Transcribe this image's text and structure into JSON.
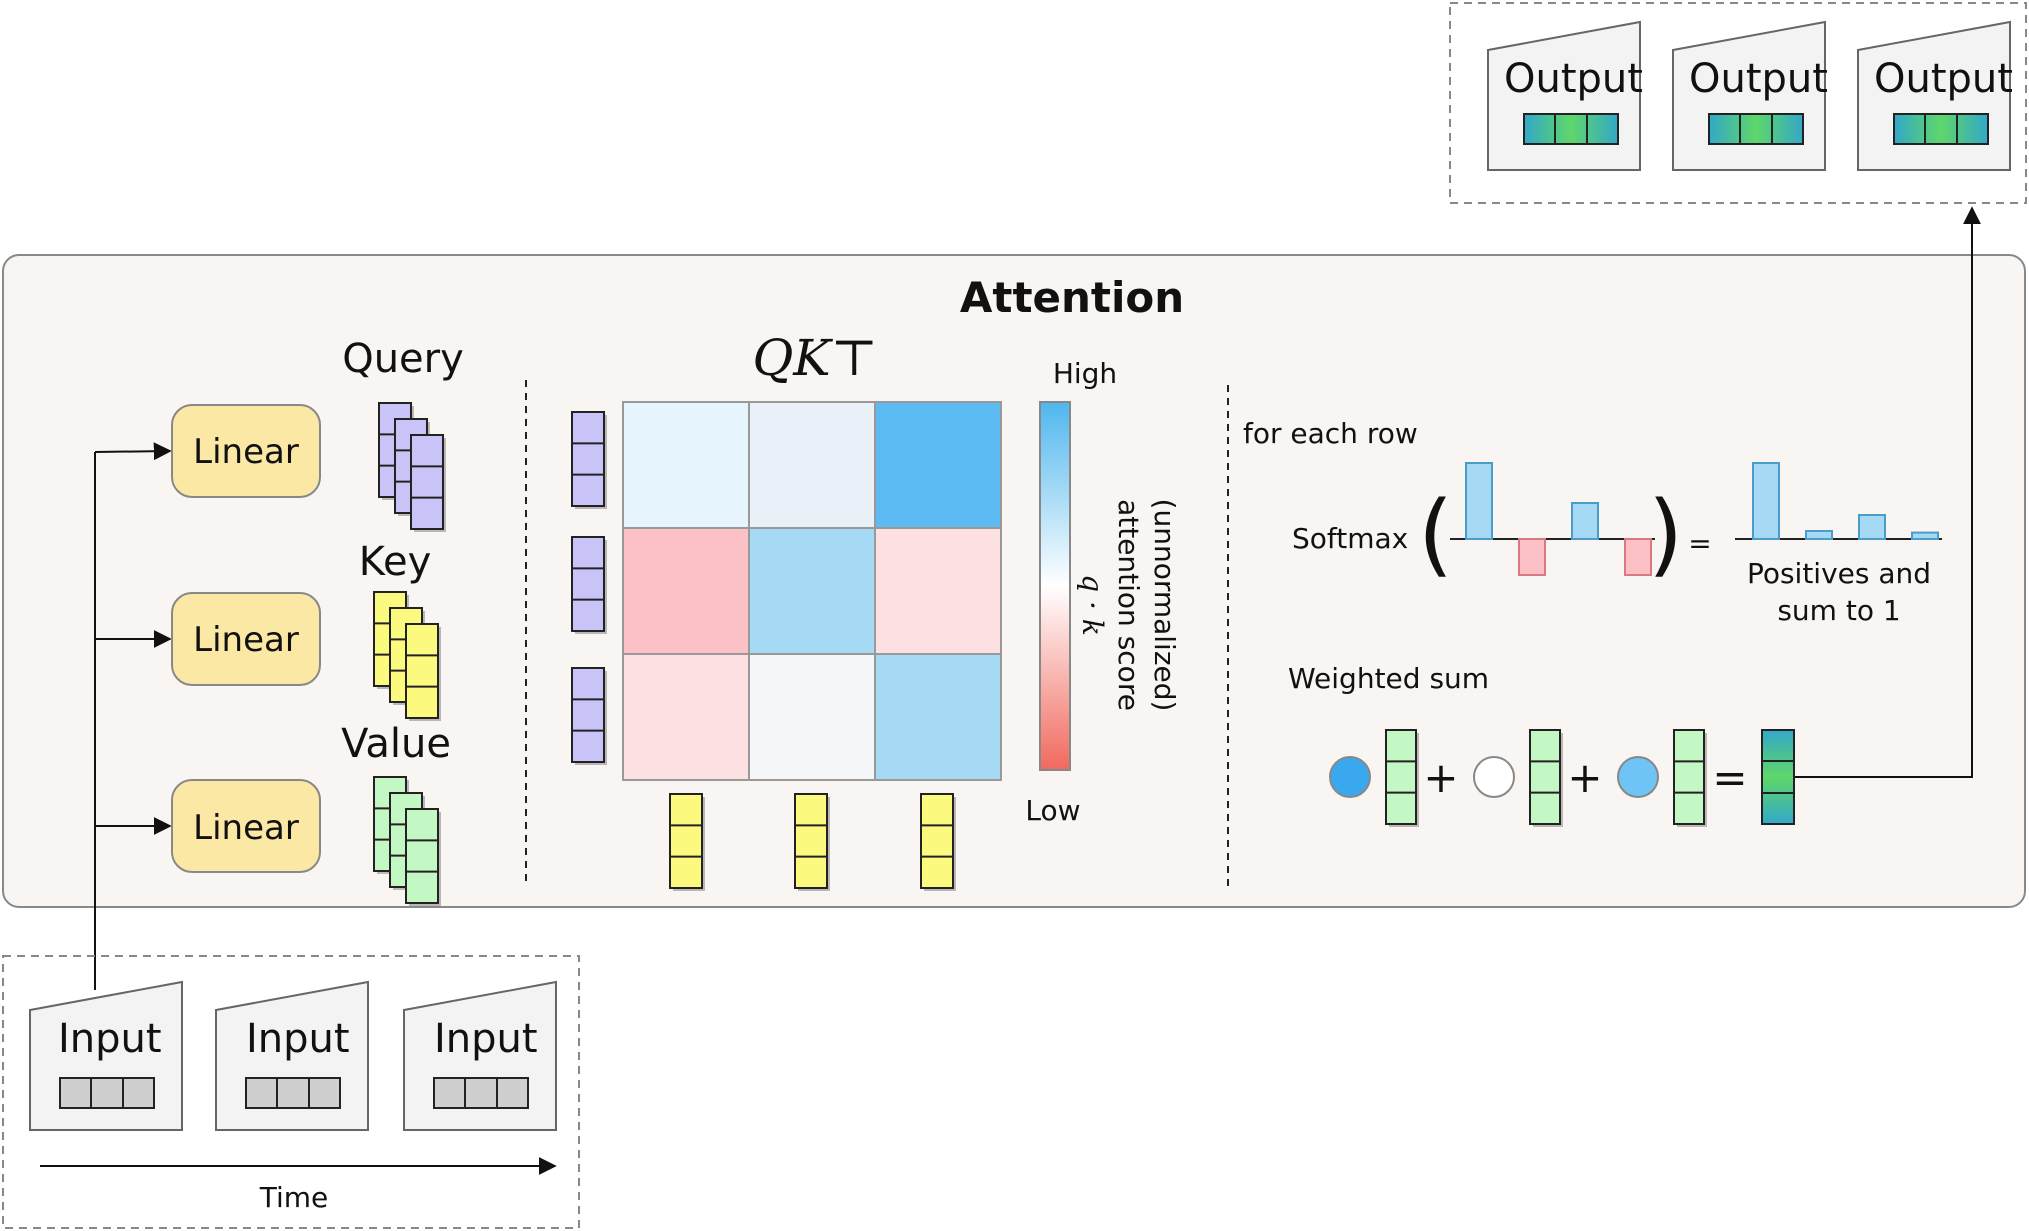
{
  "inputs": {
    "labels": [
      "Input",
      "Input",
      "Input"
    ],
    "time_label": "Time"
  },
  "outputs": {
    "labels": [
      "Output",
      "Output",
      "Output"
    ]
  },
  "attention": {
    "title": "Attention",
    "linear_labels": [
      "Linear",
      "Linear",
      "Linear"
    ],
    "query_label": "Query",
    "key_label": "Key",
    "value_label": "Value",
    "qk_label": "QK⊤",
    "scale_high": "High",
    "scale_low": "Low",
    "score_label_line1": "(unnormalized)",
    "score_label_line2": "attention score",
    "score_label_line3": "q · k",
    "for_each_row": "for each row",
    "softmax_label": "Softmax",
    "equals": "=",
    "positives_line1": "Positives and",
    "positives_line2": "sum to 1",
    "weighted_sum_label": "Weighted sum",
    "plus": "+",
    "eq2": "="
  },
  "colors": {
    "query": "#c9c4f7",
    "key": "#fbf97e",
    "value": "#c3f7c4",
    "linear": "#fbe8a5",
    "input_cell": "#cfcfcf",
    "high": "#4fb6ee",
    "low": "#f1695e"
  },
  "heatmap": [
    [
      "#e6f4fd",
      "#eaf1f8",
      "#5bbbf2"
    ],
    [
      "#fbc1c6",
      "#a6d9f4",
      "#fde0e2"
    ],
    [
      "#fde0e2",
      "#f4f6f8",
      "#a6d9f4"
    ]
  ],
  "softmax_in": [
    0.95,
    -0.45,
    0.45,
    -0.45
  ],
  "softmax_out": [
    0.95,
    0.1,
    0.3,
    0.08
  ],
  "weight_circles": [
    "#3aa8ee",
    "#ffffff",
    "#6ec4f5"
  ]
}
